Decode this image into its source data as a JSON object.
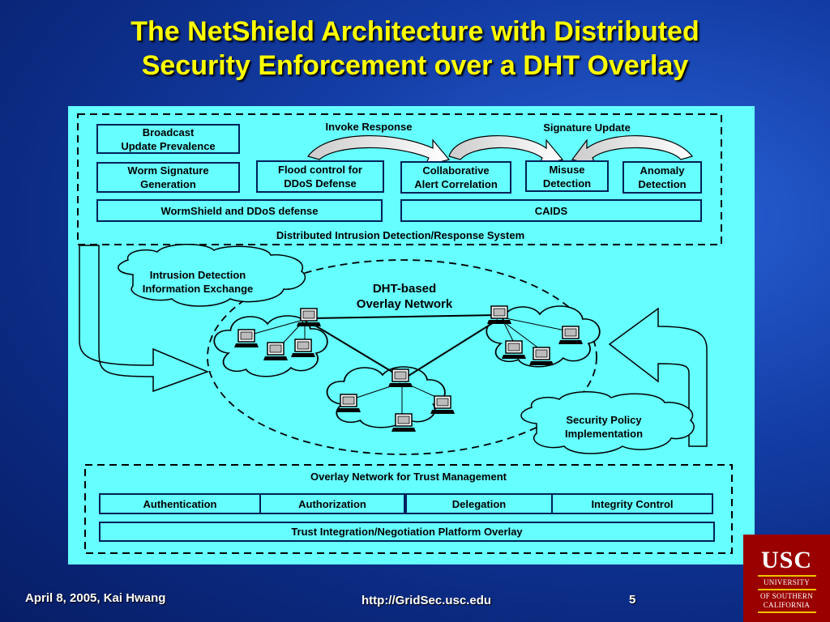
{
  "slide": {
    "title_line1": "The NetShield Architecture with Distributed",
    "title_line2": "Security Enforcement over a DHT Overlay"
  },
  "ids": {
    "broadcast": "Broadcast\nUpdate Prevalence",
    "worm_sig": "Worm Signature\nGeneration",
    "flood": "Flood control for\nDDoS Defense",
    "collab": "Collaborative\nAlert Correlation",
    "misuse": "Misuse\nDetection",
    "anomaly": "Anomaly\nDetection",
    "wormshield": "WormShield and DDoS defense",
    "caids": "CAIDS",
    "invoke": "Invoke Response",
    "sigupdate": "Signature Update",
    "system": "Distributed Intrusion Detection/Response System"
  },
  "overlay": {
    "cloud_ide": "Intrusion Detection\nInformation Exchange",
    "dht": "DHT-based\nOverlay Network",
    "cloud_sec": "Security Policy\nImplementation"
  },
  "trust": {
    "title": "Overlay Network for Trust Management",
    "auth": "Authentication",
    "authz": "Authorization",
    "deleg": "Delegation",
    "integ": "Integrity Control",
    "platform": "Trust Integration/Negotiation Platform Overlay"
  },
  "footer": {
    "date_author": "April 8, 2005,  Kai Hwang",
    "url": "http://GridSec.usc.edu",
    "page": "5"
  },
  "logo": {
    "name": "USC",
    "sub1": "UNIVERSITY",
    "sub2": "OF SOUTHERN",
    "sub3": "CALIFORNIA"
  },
  "colors": {
    "background": "#0b2a82",
    "title": "#ffff00",
    "diagram": "#66ffff",
    "logo": "#9a0000"
  }
}
